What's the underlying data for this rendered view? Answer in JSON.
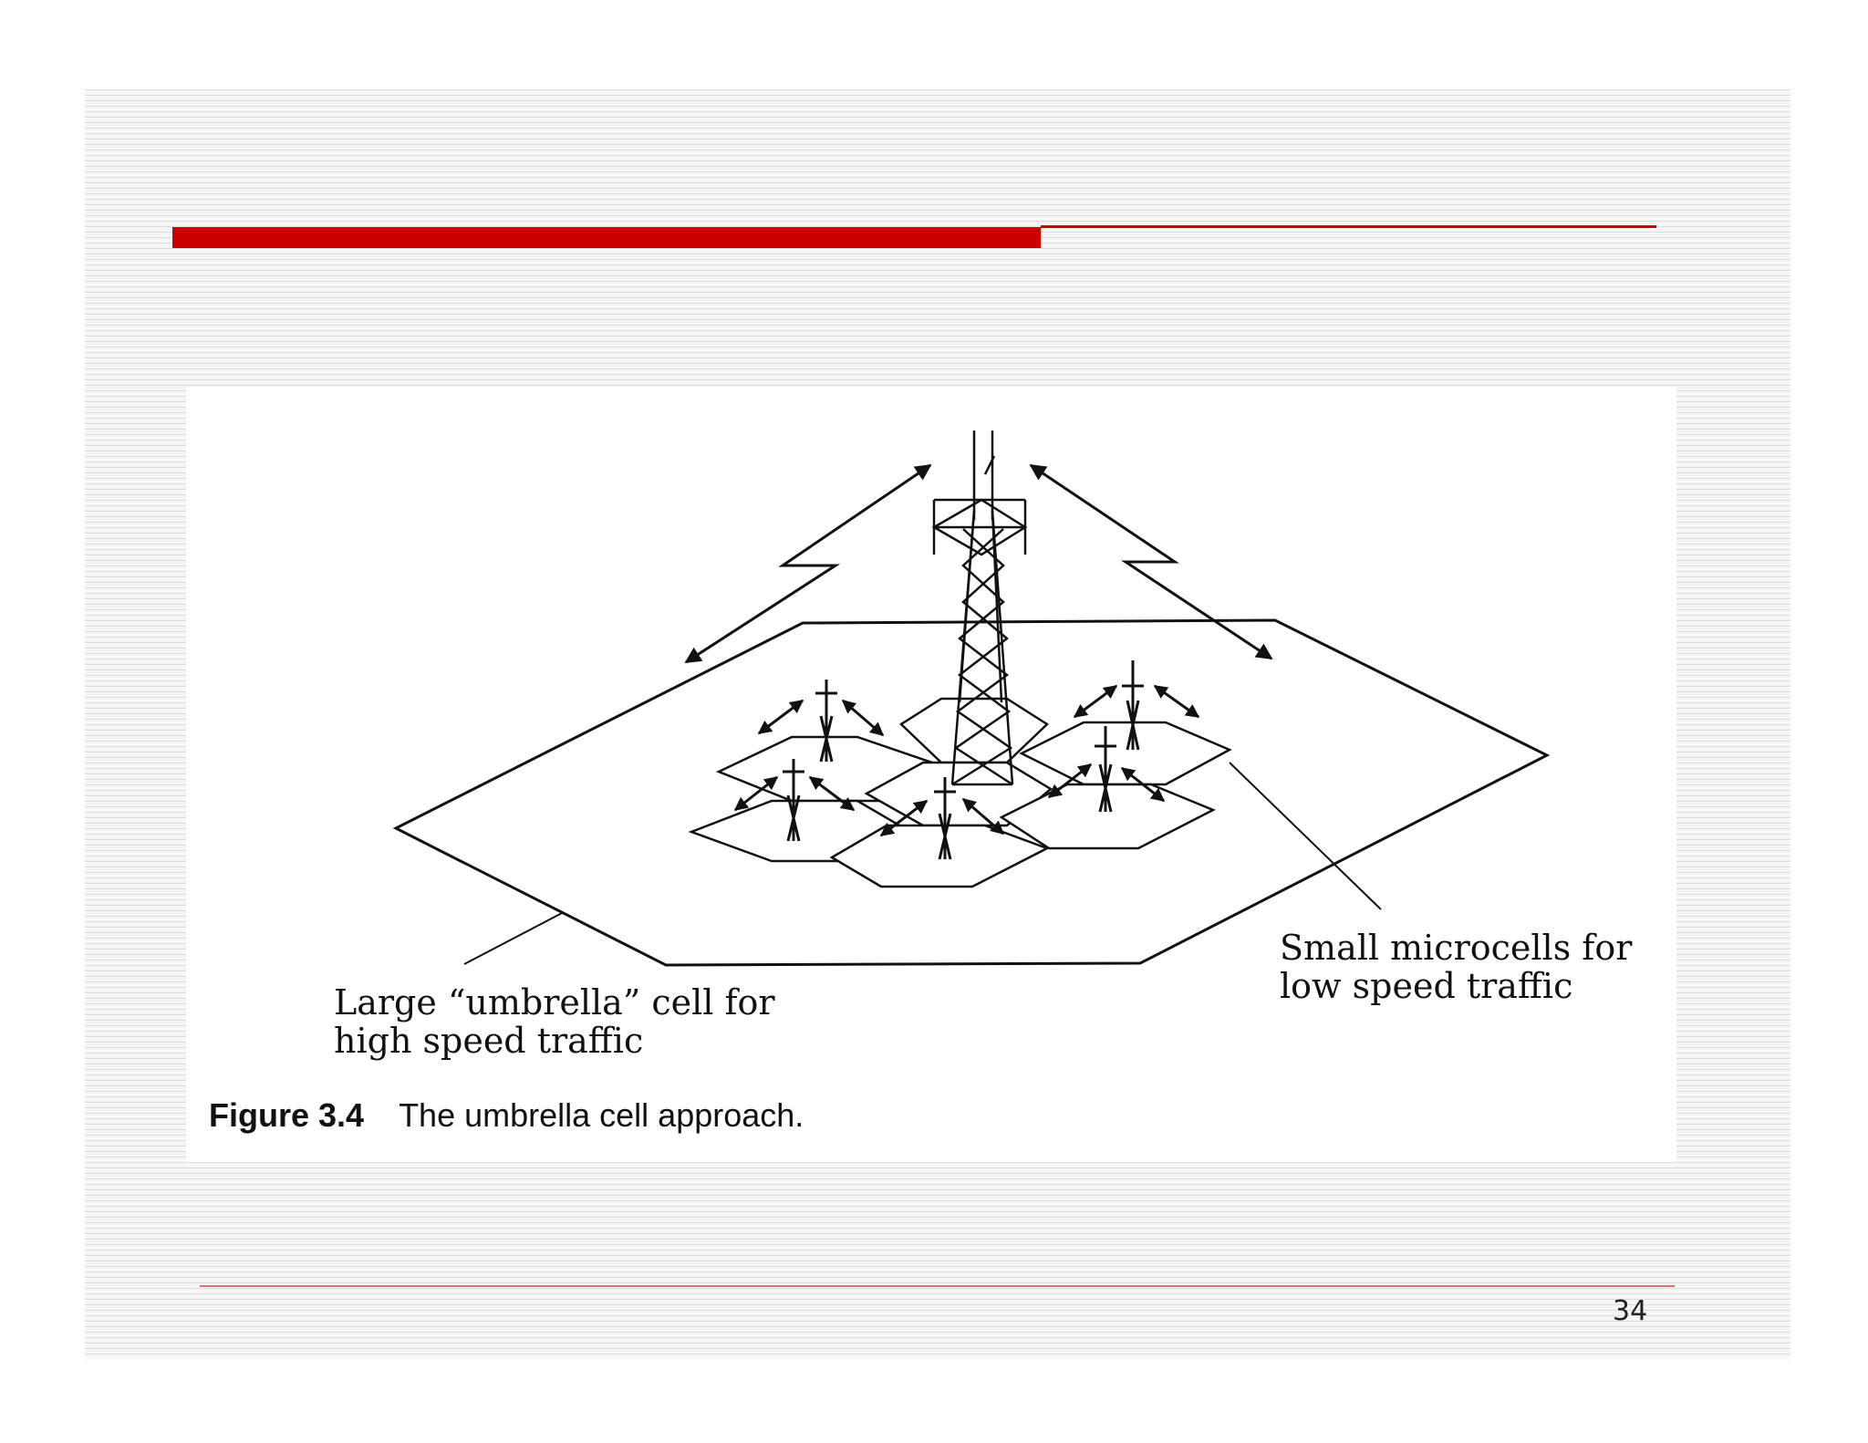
{
  "labels": {
    "umbrella_line1": "Large “umbrella” cell for",
    "umbrella_line2": "high speed traffic",
    "micro_line1": "Small microcells for",
    "micro_line2": "low speed traffic"
  },
  "caption": {
    "figure_number": "Figure 3.4",
    "text": "The umbrella cell approach."
  },
  "page_number": "34",
  "colors": {
    "accent_red": "#cc0000",
    "line": "#111111"
  }
}
